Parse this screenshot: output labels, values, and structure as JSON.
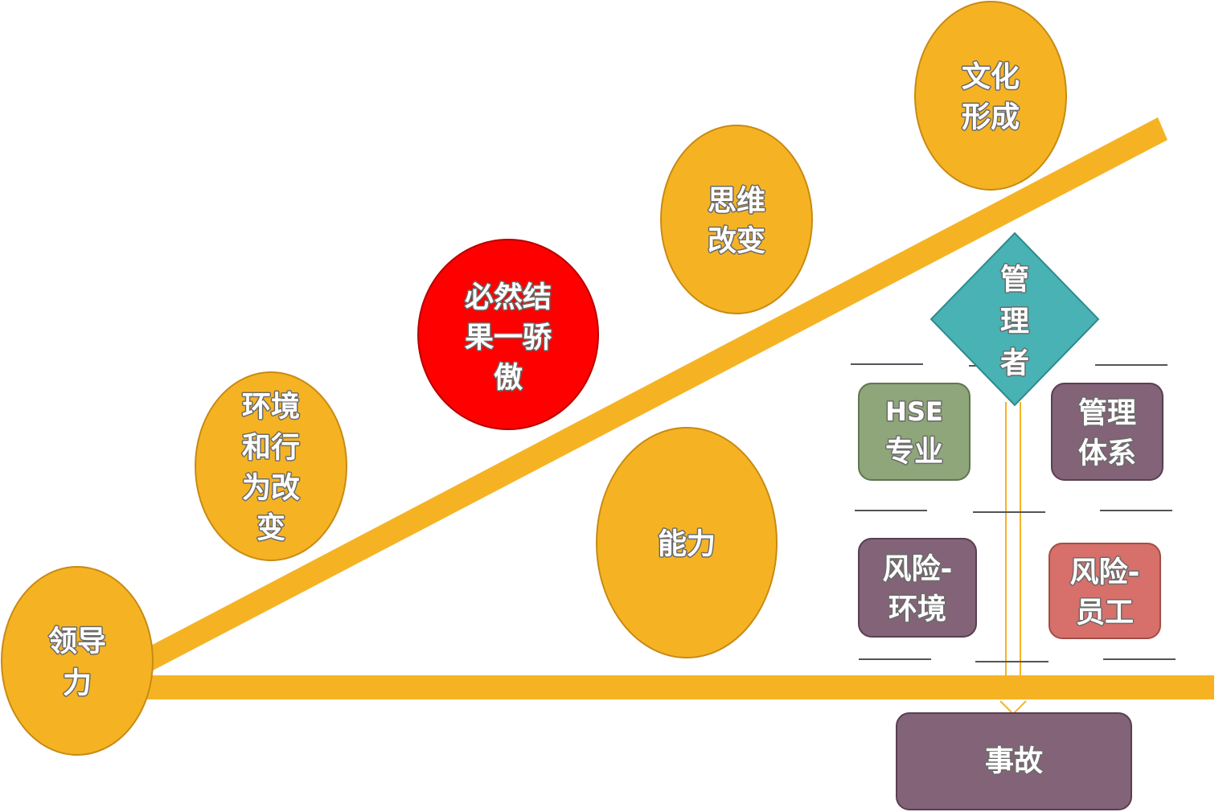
{
  "colors": {
    "orange": "#F5B324",
    "orange_stroke": "#C88A12",
    "red": "#FF0000",
    "teal": "#48B2B4",
    "green": "#8EA67A",
    "purple": "#836377",
    "salmon": "#D7706A",
    "line": "#F5B324"
  },
  "nodes": {
    "leadership": [
      "领导",
      "力"
    ],
    "environment_behavior": [
      "环境",
      "和行",
      "为改",
      "变"
    ],
    "inevitable_result": [
      "必然结",
      "果一骄",
      "傲"
    ],
    "mindset_change": [
      "思维",
      "改变"
    ],
    "culture_formed": [
      "文化",
      "形成"
    ],
    "ability": [
      "能力"
    ],
    "manager": [
      "管",
      "理",
      "者"
    ],
    "hse_professional": [
      "HSE",
      "专业"
    ],
    "management_system": [
      "管理",
      "体系"
    ],
    "risk_environment": [
      "风险-",
      "环境"
    ],
    "risk_employee": [
      "风险-",
      "员工"
    ],
    "accident": [
      "事故"
    ]
  }
}
